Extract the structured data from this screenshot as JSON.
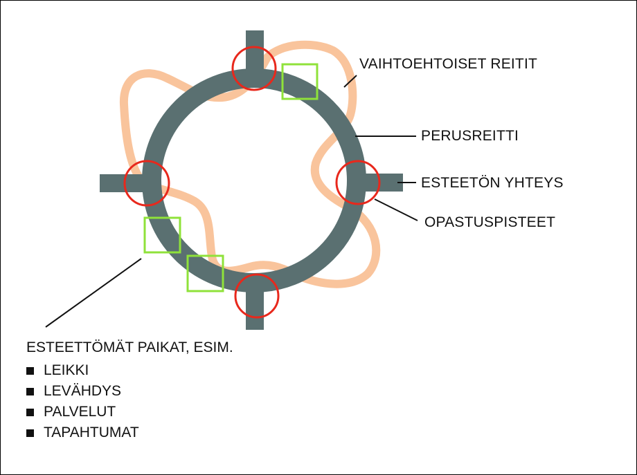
{
  "labels": {
    "alternative_routes": "VAIHTOEHTOISET REITIT",
    "base_route": "PERUSREITTI",
    "accessible_connection": "ESTEETÖN YHTEYS",
    "guidance_points": "OPASTUSPISTEET"
  },
  "legend": {
    "title": "ESTEETTÖMÄT PAIKAT, ESIM.",
    "items": [
      "LEIKKI",
      "LEVÄHDYS",
      "PALVELUT",
      "TAPAHTUMAT"
    ]
  },
  "colors": {
    "base_route": "#5a7071",
    "alternative_routes": "#f9c49c",
    "guidance_points": "#e8281c",
    "accessible_places": "#8fe23a"
  }
}
